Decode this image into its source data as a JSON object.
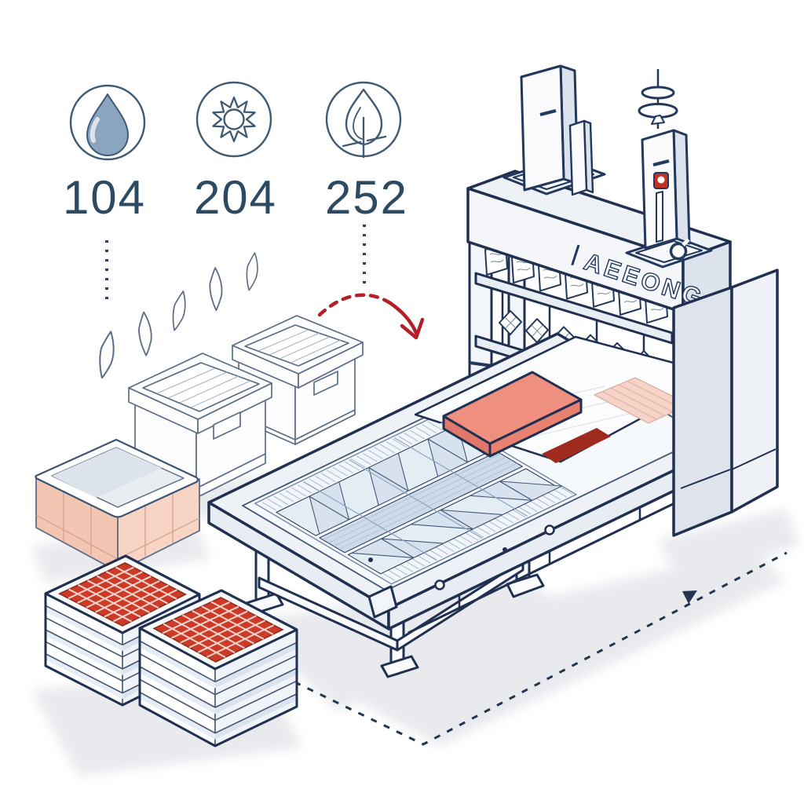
{
  "illustration": {
    "stats": [
      {
        "icon": "droplet-icon",
        "value": "104"
      },
      {
        "icon": "sun-icon",
        "value": "204"
      },
      {
        "icon": "flame-icon",
        "value": "252"
      }
    ],
    "machine": {
      "label": "AEEONG"
    },
    "palette": {
      "ink": "#1f3050",
      "line_light": "#5a6c86",
      "icon_stroke": "#3f5a73",
      "number": "#2d4a63",
      "accent_red": "#b3202a",
      "slab_red": "#ef8f80",
      "waffle_red": "#cd3a28",
      "tub_pink": "#f4c9b6",
      "mesh_blue": "#ccdae9"
    }
  }
}
